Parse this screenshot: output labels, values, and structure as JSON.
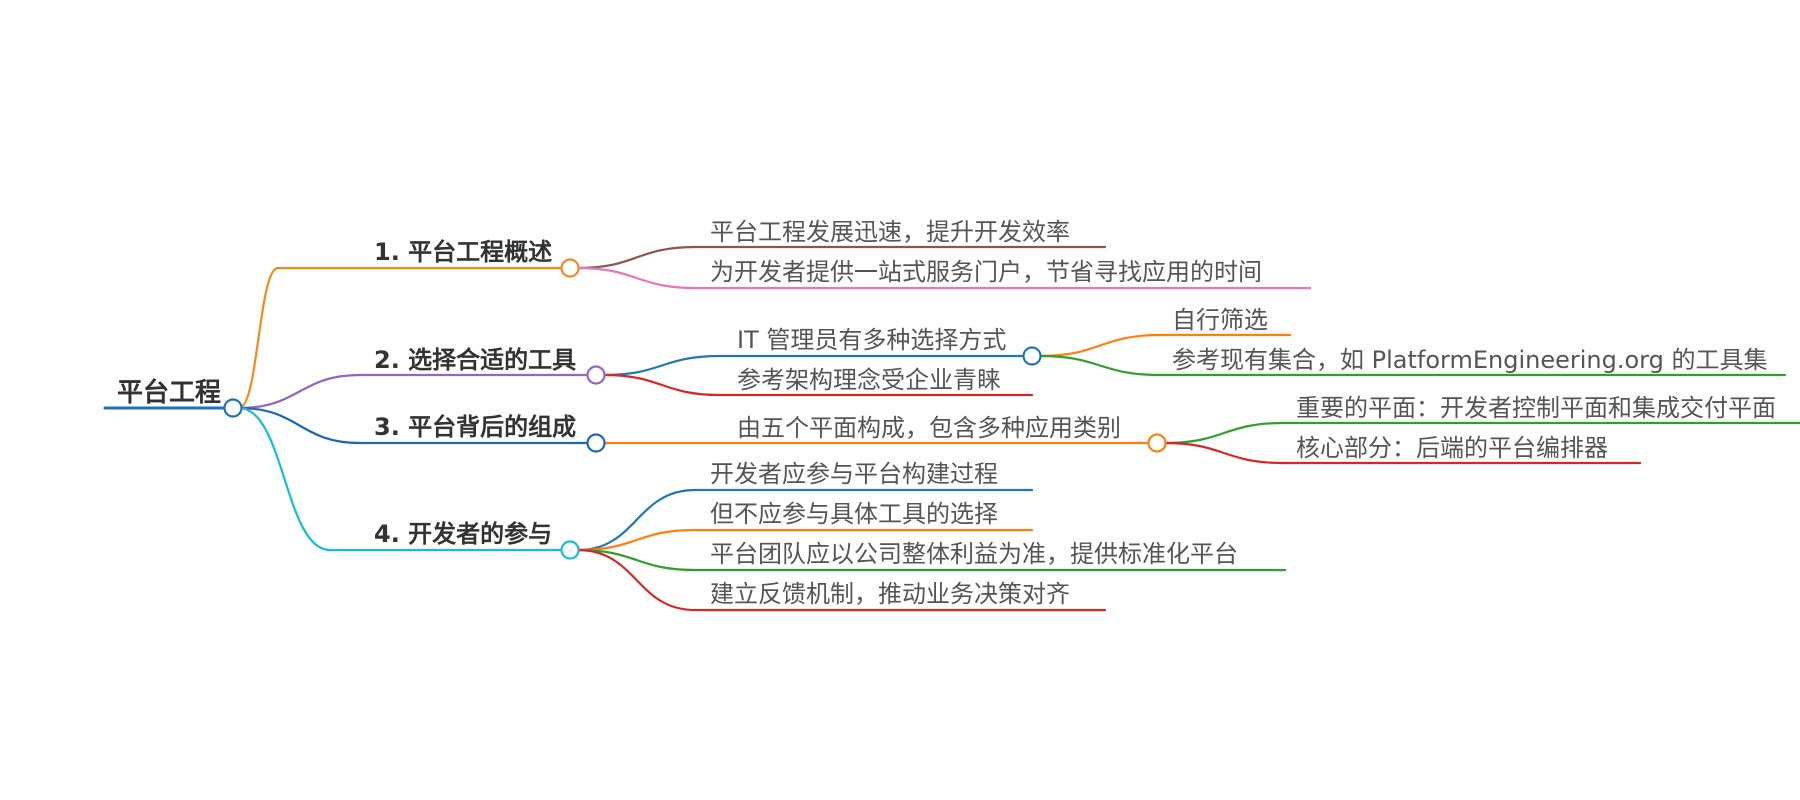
{
  "mindmap": {
    "root": {
      "label": "平台工程",
      "color": "#2171b5"
    },
    "branches": [
      {
        "label": "1. 平台工程概述",
        "color": "#f28b1e",
        "children": [
          {
            "label": "平台工程发展迅速，提升开发效率",
            "color": "#8c564b"
          },
          {
            "label": "为开发者提供一站式服务门户，节省寻找应用的时间",
            "color": "#e377c2"
          }
        ]
      },
      {
        "label": "2. 选择合适的工具",
        "color": "#9467bd",
        "children": [
          {
            "label": "IT 管理员有多种选择方式",
            "color": "#1f77b4",
            "children": [
              {
                "label": "自行筛选",
                "color": "#ff7f0e"
              },
              {
                "label": "参考现有集合，如 PlatformEngineering.org 的工具集",
                "color": "#2ca02c"
              }
            ]
          },
          {
            "label": "参考架构理念受企业青睐",
            "color": "#d62728"
          }
        ]
      },
      {
        "label": "3. 平台背后的组成",
        "color": "#1f68b0",
        "children": [
          {
            "label": "由五个平面构成，包含多种应用类别",
            "color": "#ff7f0e",
            "children": [
              {
                "label": "重要的平面：开发者控制平面和集成交付平面",
                "color": "#2ca02c"
              },
              {
                "label": "核心部分：后端的平台编排器",
                "color": "#d62728"
              }
            ]
          }
        ]
      },
      {
        "label": "4. 开发者的参与",
        "color": "#17becf",
        "children": [
          {
            "label": "开发者应参与平台构建过程",
            "color": "#1f77b4"
          },
          {
            "label": "但不应参与具体工具的选择",
            "color": "#ff7f0e"
          },
          {
            "label": "平台团队应以公司整体利益为准，提供标准化平台",
            "color": "#2ca02c"
          },
          {
            "label": "建立反馈机制，推动业务决策对齐",
            "color": "#d62728"
          }
        ]
      }
    ]
  }
}
